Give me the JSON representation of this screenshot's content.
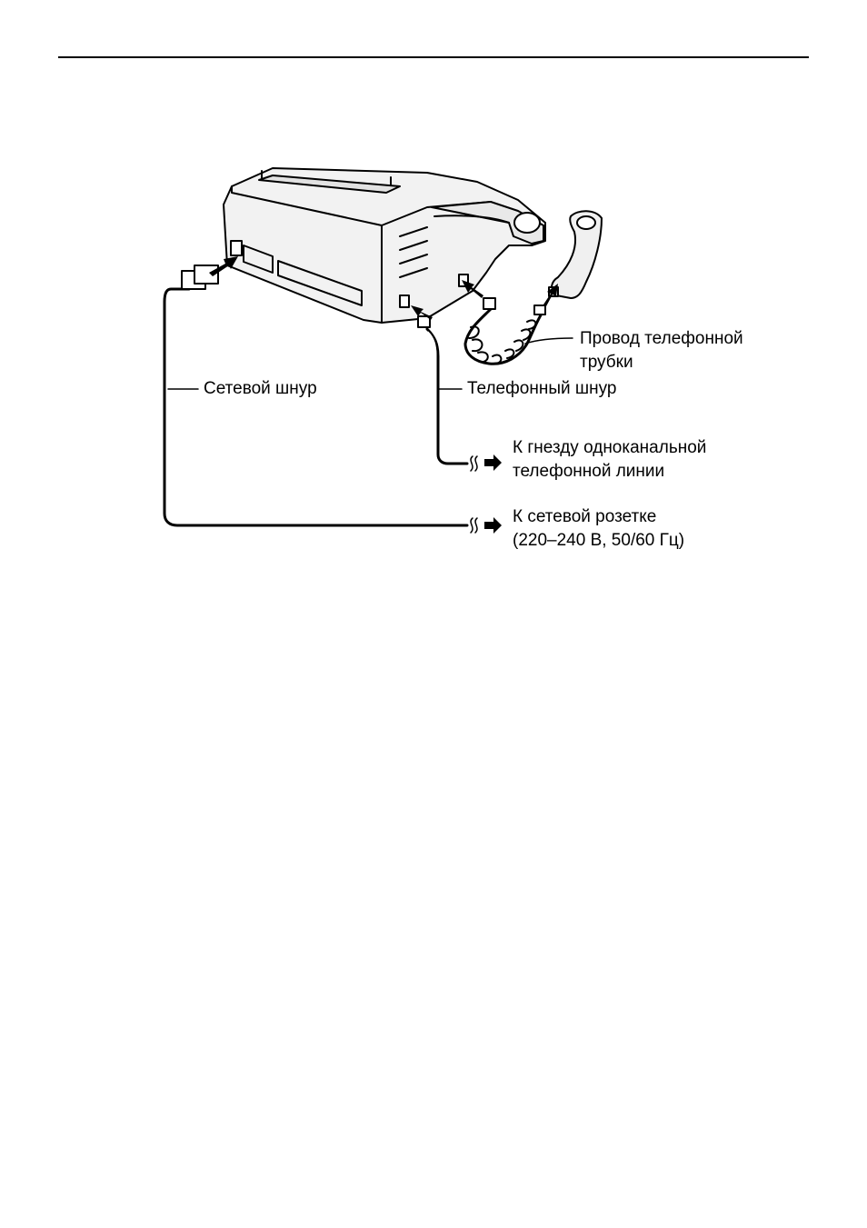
{
  "labels": {
    "handset_cord": [
      "Провод телефонной",
      "трубки"
    ],
    "power_cord": "Сетевой шнур",
    "telephone_cord": "Телефонный шнур",
    "to_line_jack": [
      "К гнезду одноканальной",
      "телефонной линии"
    ],
    "to_power_outlet": [
      "К сетевой розетке",
      "(220–240 В, 50/60 Гц)"
    ]
  }
}
